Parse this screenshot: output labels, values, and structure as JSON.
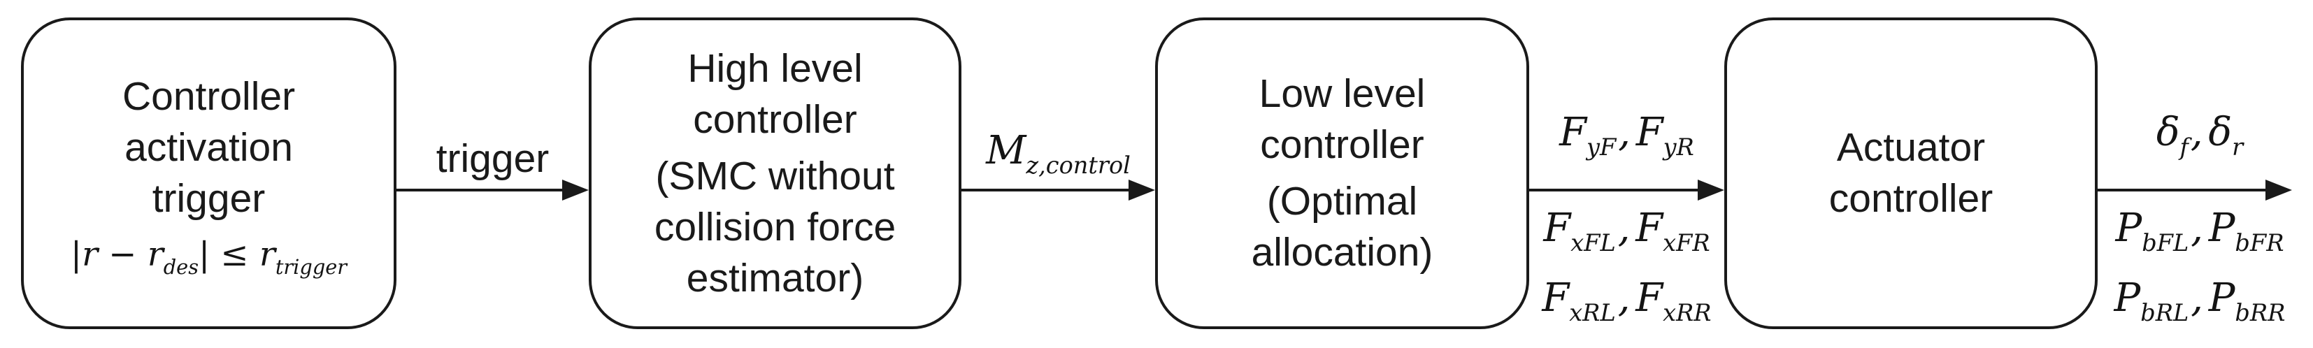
{
  "colors": {
    "ink": "#1a1a1a",
    "background": "#ffffff"
  },
  "boxes": {
    "activation": {
      "lines": [
        "Controller",
        "activation",
        "trigger"
      ],
      "formula": {
        "t1": "|r − r",
        "sub1": "des",
        "t2": "| ≤ r",
        "sub2": "trigger"
      }
    },
    "high_level": {
      "title_lines": [
        "High level",
        "controller"
      ],
      "subtitle_lines": [
        "(SMC without",
        "collision force",
        "estimator)"
      ]
    },
    "low_level": {
      "title_lines": [
        "Low level",
        "controller"
      ],
      "subtitle_lines": [
        "(Optimal",
        "allocation)"
      ]
    },
    "actuator": {
      "title_lines": [
        "Actuator",
        "controller"
      ]
    }
  },
  "signals": {
    "trigger": {
      "label": "trigger"
    },
    "yaw_moment": {
      "base": "M",
      "sub": "z,control"
    },
    "forces": {
      "above": {
        "b1": "F",
        "s1": "yF",
        "sep": ",",
        "b2": "F",
        "s2": "yR"
      },
      "below1": {
        "b1": "F",
        "s1": "xFL",
        "sep": ",",
        "b2": "F",
        "s2": "xFR"
      },
      "below2": {
        "b1": "F",
        "s1": "xRL",
        "sep": ",",
        "b2": "F",
        "s2": "xRR"
      }
    },
    "outputs": {
      "above": {
        "b1": "δ",
        "s1": "f",
        "sep": ",",
        "b2": "δ",
        "s2": "r"
      },
      "below1": {
        "b1": "P",
        "s1": "bFL",
        "sep": ",",
        "b2": "P",
        "s2": "bFR"
      },
      "below2": {
        "b1": "P",
        "s1": "bRL",
        "sep": ",",
        "b2": "P",
        "s2": "bRR"
      }
    }
  }
}
